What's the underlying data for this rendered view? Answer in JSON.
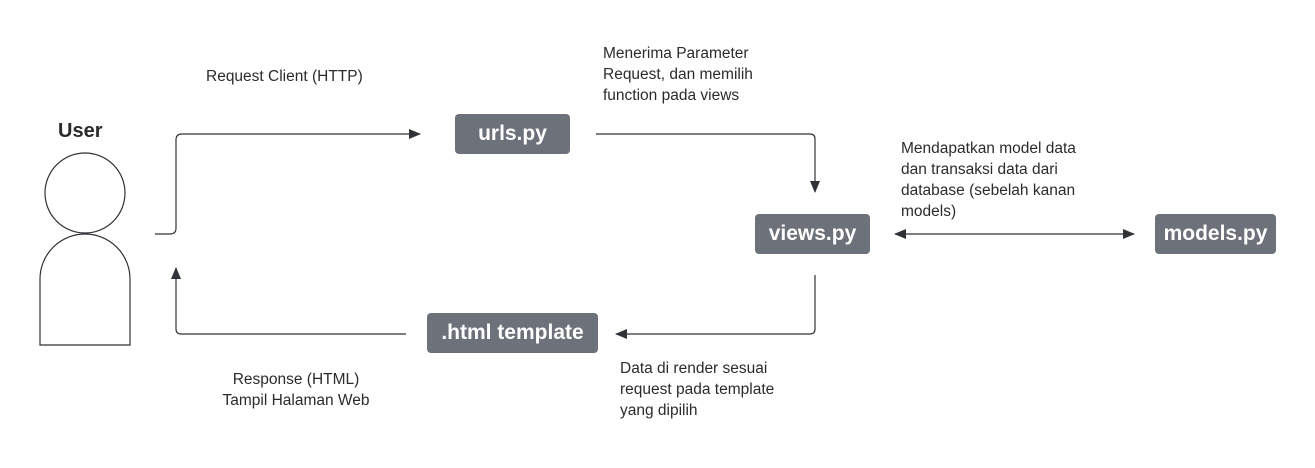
{
  "actor": {
    "label": "User"
  },
  "nodes": {
    "urls": "urls.py",
    "views": "views.py",
    "models": "models.py",
    "template": ".html template"
  },
  "edges": {
    "request": "Request Client (HTTP)",
    "params": "Menerima Parameter\nRequest, dan memilih\nfunction pada views",
    "models": "Mendapatkan model data\ndan transaksi data dari\ndatabase (sebelah kanan\nmodels)",
    "render": "Data di render sesuai\nrequest pada template\nyang dipilih",
    "response": "Response (HTML)\nTampil Halaman Web"
  },
  "colors": {
    "node_fill": "#6d717a",
    "node_text": "#ffffff",
    "line": "#2f3237"
  }
}
